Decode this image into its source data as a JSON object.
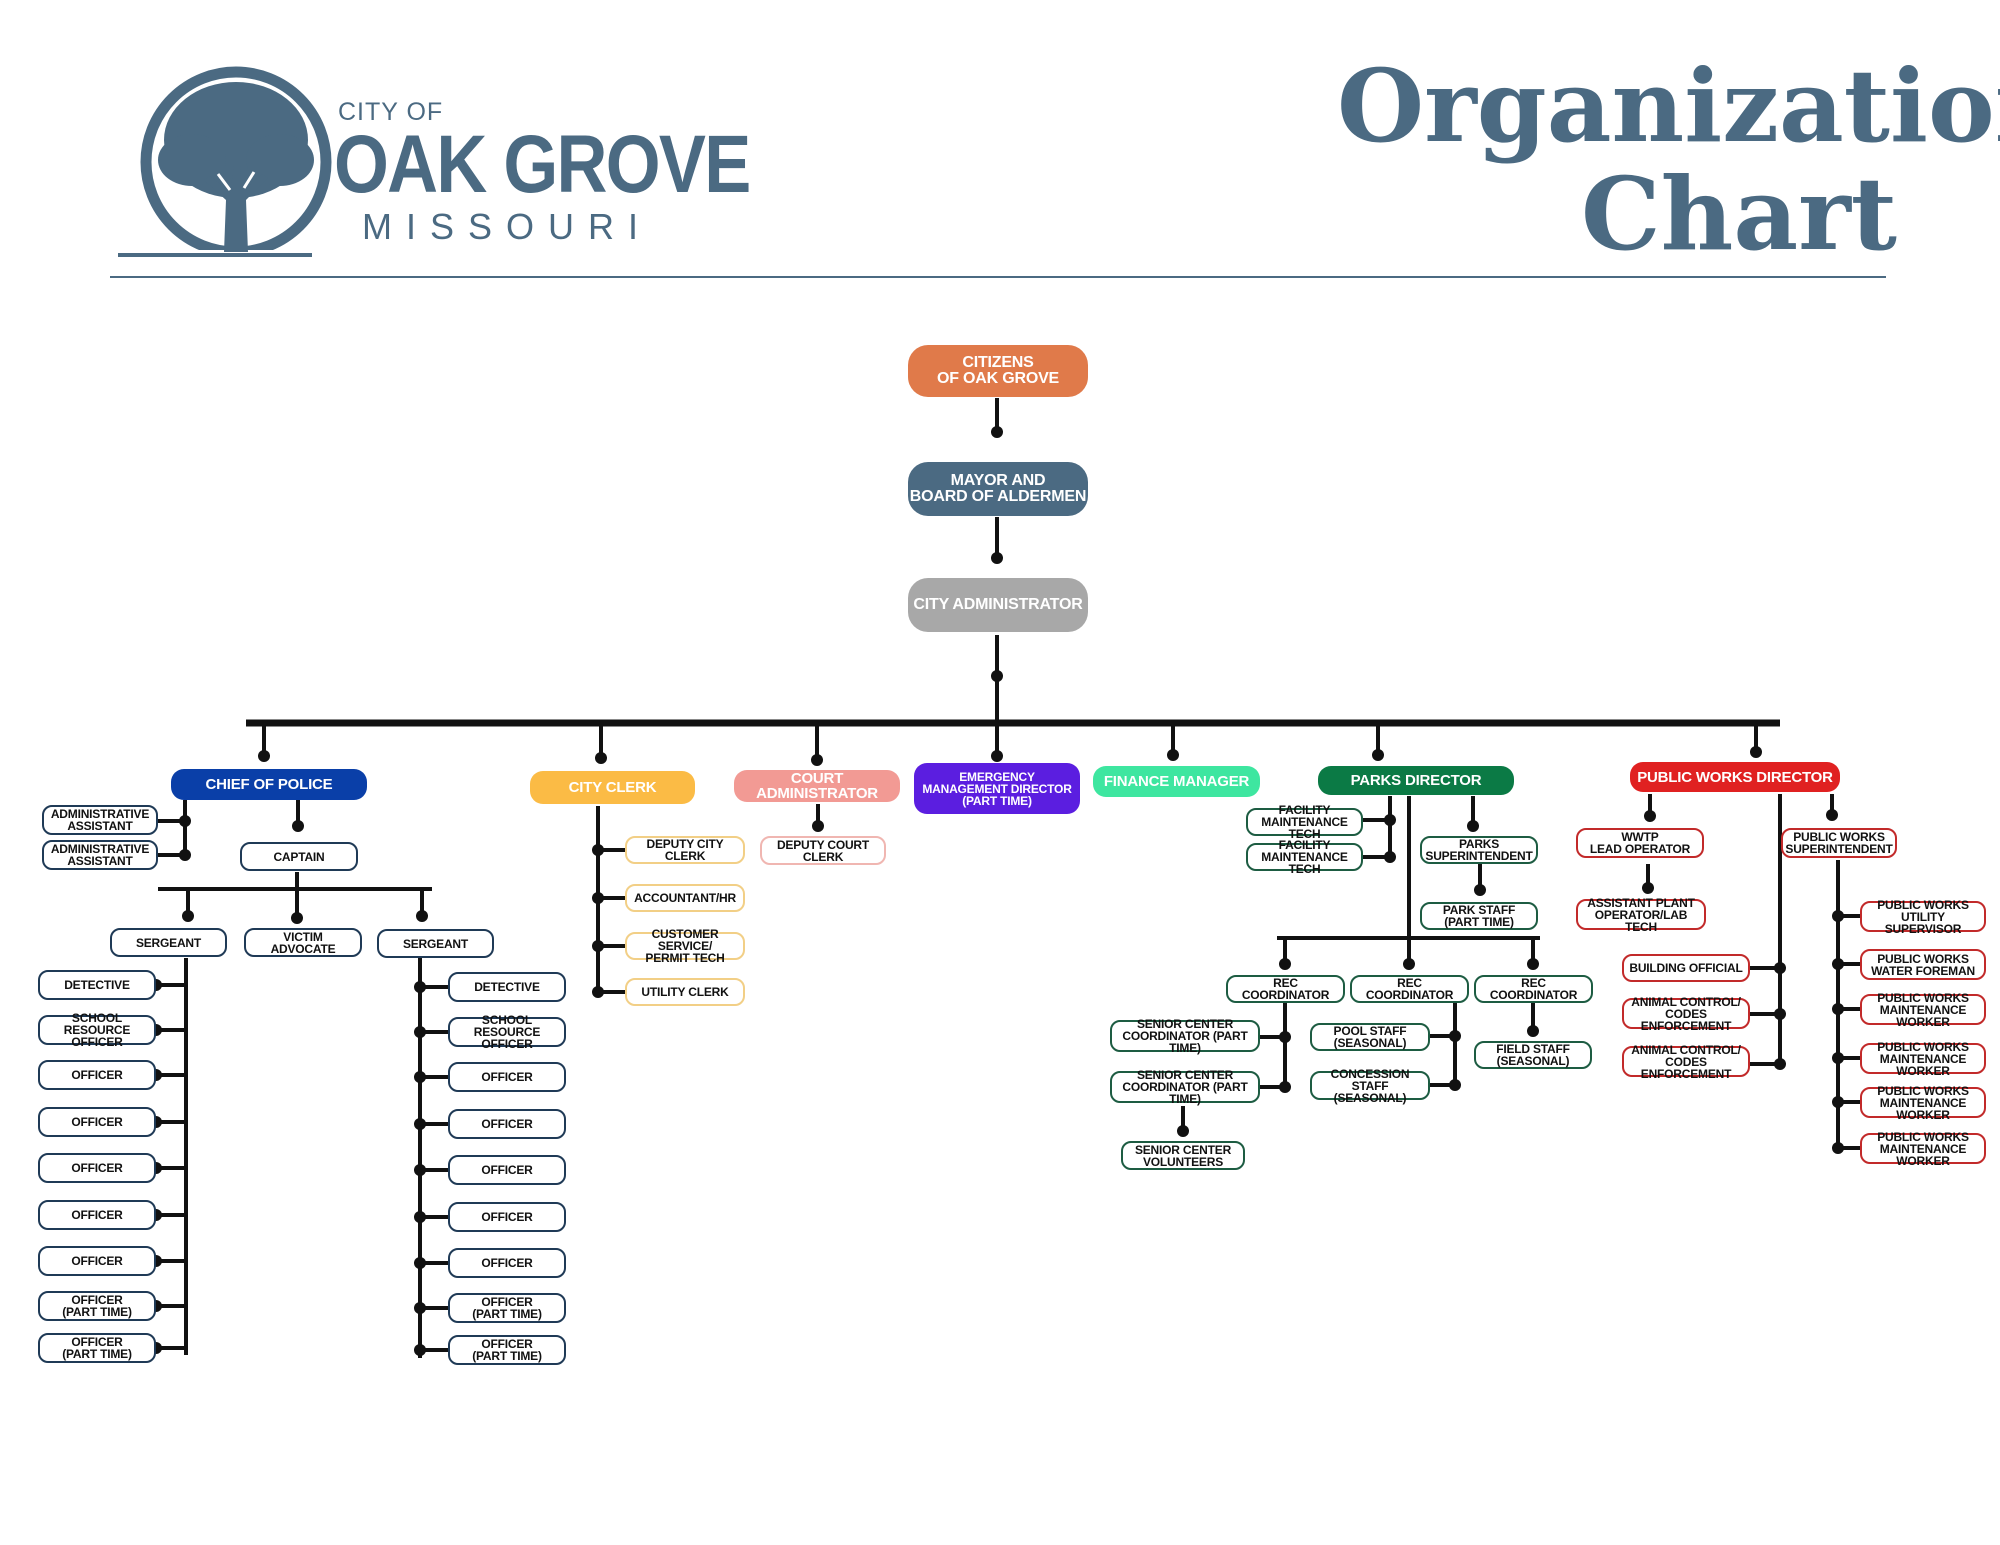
{
  "header": {
    "logo_city_of": "CITY OF",
    "logo_name": "OAK GROVE",
    "logo_state": "MISSOURI",
    "title": "Organization\nChart",
    "accent_color": "#4b6a82"
  },
  "chain": {
    "citizens": "CITIZENS\nOF OAK GROVE",
    "mayor": "MAYOR AND\nBOARD OF ALDERMEN",
    "administrator": "CITY ADMINISTRATOR"
  },
  "police": {
    "head": "CHIEF OF POLICE",
    "admin_assistants": [
      "ADMINISTRATIVE\nASSISTANT",
      "ADMINISTRATIVE\nASSISTANT"
    ],
    "captain": "CAPTAIN",
    "sergeant_left": "SERGEANT",
    "victim_advocate": "VICTIM ADVOCATE",
    "sergeant_right": "SERGEANT",
    "left_team": [
      "DETECTIVE",
      "SCHOOL RESOURCE\nOFFICER",
      "OFFICER",
      "OFFICER",
      "OFFICER",
      "OFFICER",
      "OFFICER",
      "OFFICER\n(PART TIME)",
      "OFFICER\n(PART TIME)"
    ],
    "right_team": [
      "DETECTIVE",
      "SCHOOL RESOURCE\nOFFICER",
      "OFFICER",
      "OFFICER",
      "OFFICER",
      "OFFICER",
      "OFFICER",
      "OFFICER\n(PART TIME)",
      "OFFICER\n(PART TIME)"
    ]
  },
  "clerk": {
    "head": "CITY CLERK",
    "staff": [
      "DEPUTY CITY CLERK",
      "ACCOUNTANT/HR",
      "CUSTOMER SERVICE/\nPERMIT TECH",
      "UTILITY CLERK"
    ]
  },
  "court": {
    "head": "COURT ADMINISTRATOR",
    "staff": [
      "DEPUTY COURT CLERK"
    ]
  },
  "emergency": {
    "head": "EMERGENCY\nMANAGEMENT DIRECTOR\n(PART TIME)"
  },
  "finance": {
    "head": "FINANCE MANAGER"
  },
  "parks": {
    "head": "PARKS DIRECTOR",
    "facility": [
      "FACILITY\nMAINTENANCE TECH",
      "FACILITY\nMAINTENANCE TECH"
    ],
    "superintendent": "PARKS\nSUPERINTENDENT",
    "park_staff": "PARK STAFF\n(PART TIME)",
    "rec_coordinators": [
      "REC COORDINATOR",
      "REC COORDINATOR",
      "REC COORDINATOR"
    ],
    "senior_center": [
      "SENIOR CENTER\nCOORDINATOR (PART TIME)",
      "SENIOR CENTER\nCOORDINATOR (PART TIME)"
    ],
    "senior_volunteers": "SENIOR CENTER\nVOLUNTEERS",
    "pool_staff": "POOL STAFF\n(SEASONAL)",
    "concession_staff": "CONCESSION STAFF\n(SEASONAL)",
    "field_staff": "FIELD STAFF\n(SEASONAL)"
  },
  "public_works": {
    "head": "PUBLIC WORKS DIRECTOR",
    "wwtp": "WWTP\nLEAD OPERATOR",
    "plant_operator": "ASSISTANT PLANT\nOPERATOR/LAB TECH",
    "building_official": "BUILDING OFFICIAL",
    "animal_control": [
      "ANIMAL CONTROL/\nCODES ENFORCEMENT",
      "ANIMAL CONTROL/\nCODES ENFORCEMENT"
    ],
    "superintendent": "PUBLIC WORKS\nSUPERINTENDENT",
    "crew": [
      "PUBLIC WORKS\nUTILITY SUPERVISOR",
      "PUBLIC WORKS\nWATER FOREMAN",
      "PUBLIC WORKS\nMAINTENANCE WORKER",
      "PUBLIC WORKS\nMAINTENANCE WORKER",
      "PUBLIC WORKS\nMAINTENANCE WORKER",
      "PUBLIC WORKS\nMAINTENANCE WORKER"
    ]
  },
  "colors": {
    "citizens": "#e07a4a",
    "mayor": "#4b6a82",
    "administrator": "#a8a8a8",
    "police": "#0a3fa8",
    "clerk": "#fbbb45",
    "court": "#f29a94",
    "emergency": "#5b1ee0",
    "finance": "#3ee6a0",
    "parks": "#0b7a45",
    "public_works": "#e02121",
    "police_border": "#1f3a56",
    "clerk_border": "#f2cf86",
    "court_border": "#f0b6b1",
    "parks_border": "#1d5c42",
    "public_works_border": "#c22a2a"
  }
}
